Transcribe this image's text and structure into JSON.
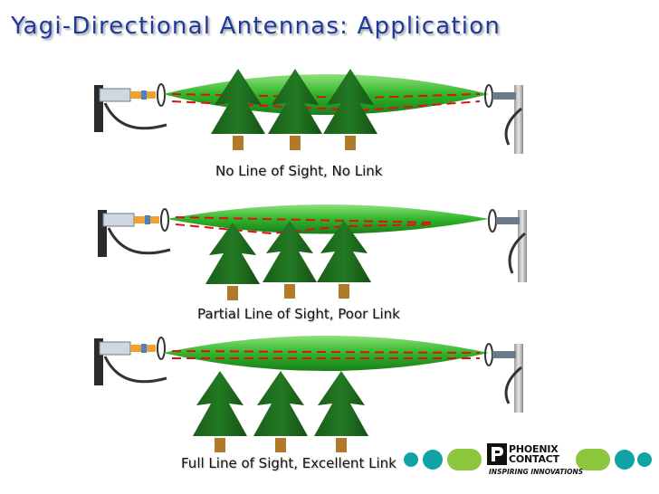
{
  "slide": {
    "title": "Yagi-Directional Antennas:  Application"
  },
  "scenarios": [
    {
      "caption": "No Line of Sight, No Link"
    },
    {
      "caption": "Partial Line of Sight, Poor Link"
    },
    {
      "caption": "Full Line of Sight, Excellent Link"
    }
  ],
  "footer": {
    "logo_name": "PHOENIX CONTACT",
    "logo_tagline": "INSPIRING INNOVATIONS"
  },
  "colors": {
    "title": "#1e3a9e",
    "tree_green": "#1f6b1f",
    "trunk": "#b07a2a",
    "beam_green": "#2fb52a",
    "signal_line": "#e01010",
    "dot_teal": "#0fa3a3",
    "dot_lime": "#8cc63f"
  }
}
